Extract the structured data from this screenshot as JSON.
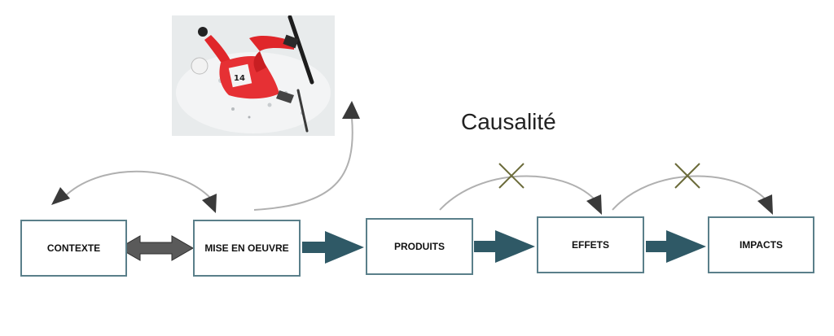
{
  "title": "Causalité",
  "boxes": {
    "contexte": "CONTEXTE",
    "mise_en_oeuvre": "MISE EN OEUVRE",
    "produits": "PRODUITS",
    "effets": "EFFETS",
    "impacts": "IMPACTS"
  },
  "photo": {
    "bib_number": "14"
  },
  "colors": {
    "box_border": "#5a7f8a",
    "flow_arrow": "#2f5966",
    "curve": "#b0b0b0",
    "arrowhead": "#3a3a3a",
    "cross": "#6b6b3a"
  }
}
